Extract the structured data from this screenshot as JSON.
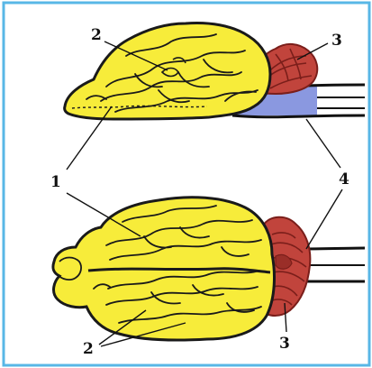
{
  "labels": {
    "cortex": "1",
    "gyri_top": "2",
    "gyri_bottom": "2",
    "cerebellum_top": "3",
    "cerebellum_bottom": "3",
    "spinal_cord": "4"
  },
  "colors": {
    "frame": "#58b7e6",
    "cerebrum": "#f7ec3a",
    "cerebrum_outline": "#1a1a1a",
    "cerebellum": "#c1443c",
    "cerebellum_dark": "#7a1e1a",
    "brainstem": "#8a98e0",
    "label_line": "#111111"
  }
}
